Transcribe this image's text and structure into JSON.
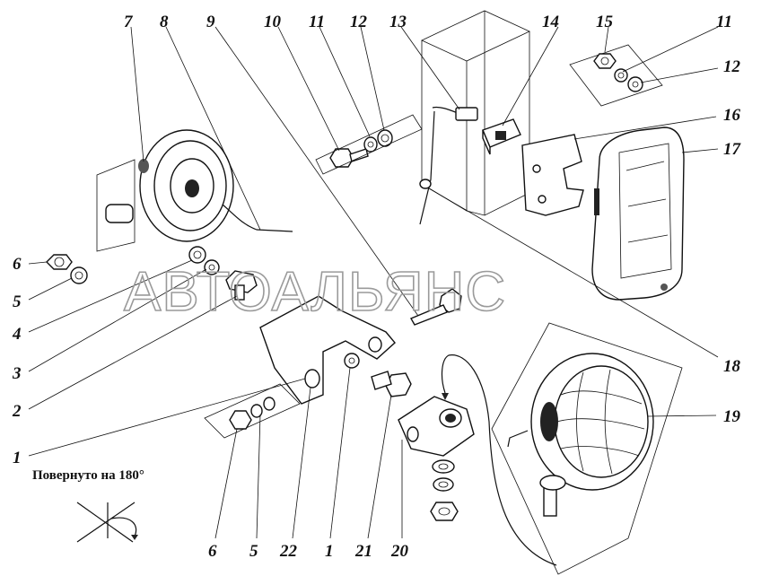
{
  "caption": "Повернуто на 180°",
  "watermark": "АВТОАЛЬЯНС",
  "callouts": [
    {
      "id": "c7",
      "label": "7"
    },
    {
      "id": "c8",
      "label": "8"
    },
    {
      "id": "c9",
      "label": "9"
    },
    {
      "id": "c10",
      "label": "10"
    },
    {
      "id": "c11a",
      "label": "11"
    },
    {
      "id": "c12a",
      "label": "12"
    },
    {
      "id": "c13",
      "label": "13"
    },
    {
      "id": "c14",
      "label": "14"
    },
    {
      "id": "c15",
      "label": "15"
    },
    {
      "id": "c11b",
      "label": "11"
    },
    {
      "id": "c12b",
      "label": "12"
    },
    {
      "id": "c16",
      "label": "16"
    },
    {
      "id": "c17",
      "label": "17"
    },
    {
      "id": "c6a",
      "label": "6"
    },
    {
      "id": "c5a",
      "label": "5"
    },
    {
      "id": "c4",
      "label": "4"
    },
    {
      "id": "c3",
      "label": "3"
    },
    {
      "id": "c2",
      "label": "2"
    },
    {
      "id": "c1a",
      "label": "1"
    },
    {
      "id": "c18",
      "label": "18"
    },
    {
      "id": "c19",
      "label": "19"
    },
    {
      "id": "c6b",
      "label": "6"
    },
    {
      "id": "c5b",
      "label": "5"
    },
    {
      "id": "c22",
      "label": "22"
    },
    {
      "id": "c1b",
      "label": "1"
    },
    {
      "id": "c21",
      "label": "21"
    },
    {
      "id": "c20",
      "label": "20"
    }
  ]
}
